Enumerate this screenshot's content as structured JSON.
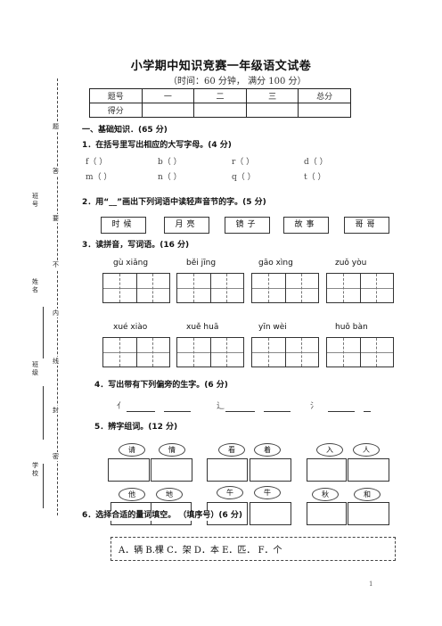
{
  "title": "小学期中知识竞赛一年级语文试卷",
  "subtitle": "（时间：60 分钟，    满分 100 分）",
  "score_table": {
    "header": [
      "题号",
      "一",
      "二",
      "三",
      "总分"
    ],
    "row_label": "得分"
  },
  "side": {
    "labels": [
      "题",
      "答",
      "要",
      "不",
      "内",
      "线",
      "封",
      "密"
    ],
    "fields": [
      "班号",
      "姓名",
      "班级",
      "学校"
    ]
  },
  "section1": "一、基础知识．(65 分)",
  "q1": {
    "text": "1．在括号里写出相应的大写字母。(4 分)",
    "row1": [
      "f（      ）",
      "b（      ）",
      "r（      ）",
      "d（      ）"
    ],
    "row2": [
      "m（      ）",
      "n（      ）",
      "q（      ）",
      "t（      ）"
    ]
  },
  "q2": {
    "text": "2．用“__”画出下列词语中读轻声音节的字。(5 分)",
    "words": [
      "时候",
      "月亮",
      "镜子",
      "故事",
      "哥哥"
    ]
  },
  "q3": {
    "text": "3．读拼音，写词语。(16 分)",
    "pinyin_row1": [
      "gù   xiǎng",
      "běi   jīng",
      "gāo   xìng",
      "zuǒ   yòu"
    ],
    "pinyin_row2": [
      "xué   xiào",
      "xuě   huā",
      "yīn   wèi",
      "huǒ   bàn"
    ]
  },
  "q4": {
    "text": "4．写出带有下列偏旁的生字。(6 分)",
    "radicals": [
      "亻",
      "辶",
      "氵"
    ]
  },
  "q5": {
    "text": "5．辨字组词。(12 分)",
    "pairs_row1": [
      [
        "请",
        "情"
      ],
      [
        "看",
        "着"
      ],
      [
        "入",
        "人"
      ]
    ],
    "pairs_row2": [
      [
        "他",
        "地"
      ],
      [
        "午",
        "牛"
      ],
      [
        "秋",
        "和"
      ]
    ]
  },
  "q6": {
    "text": "6．选择合适的量词填空。  （填序号）(6 分)",
    "options": "A．辆      B.棵    C．架    D．本    E．匹．    F．个"
  },
  "page_number": "1"
}
